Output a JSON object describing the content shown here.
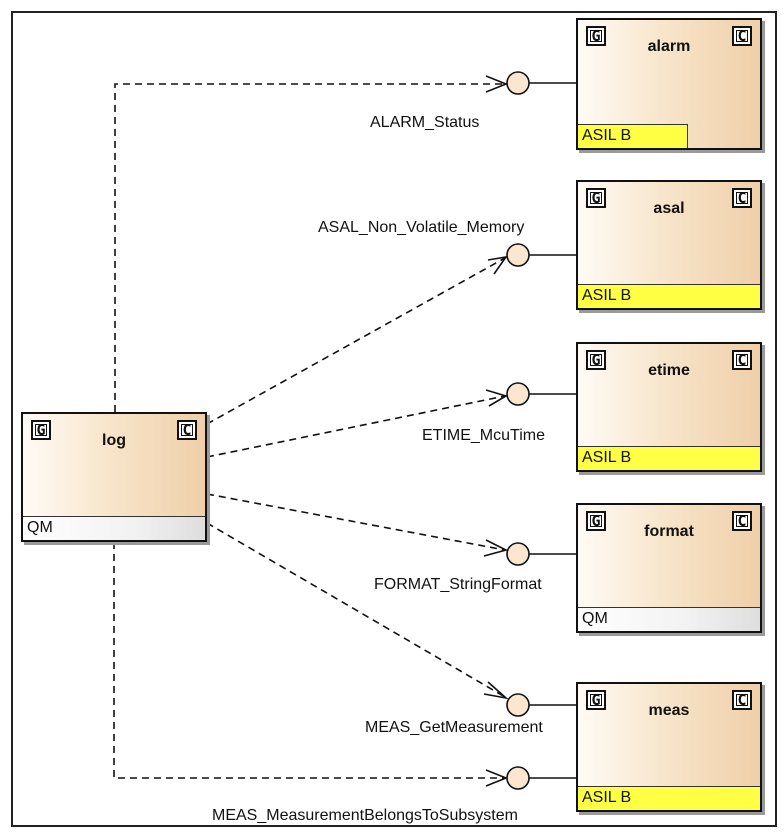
{
  "components": {
    "log": {
      "name": "log",
      "safety": "QM",
      "stereo_left": "G",
      "stereo_right": "C"
    },
    "alarm": {
      "name": "alarm",
      "safety": "ASIL B",
      "stereo_left": "G",
      "stereo_right": "C"
    },
    "asal": {
      "name": "asal",
      "safety": "ASIL B",
      "stereo_left": "G",
      "stereo_right": "C"
    },
    "etime": {
      "name": "etime",
      "safety": "ASIL B",
      "stereo_left": "G",
      "stereo_right": "C"
    },
    "format": {
      "name": "format",
      "safety": "QM",
      "stereo_left": "G",
      "stereo_right": "C"
    },
    "meas": {
      "name": "meas",
      "safety": "ASIL B",
      "stereo_left": "G",
      "stereo_right": "C"
    }
  },
  "interfaces": {
    "alarm_status": "ALARM_Status",
    "asal_nvm": "ASAL_Non_Volatile_Memory",
    "etime_mcutime": "ETIME_McuTime",
    "format_string": "FORMAT_StringFormat",
    "meas_get": "MEAS_GetMeasurement",
    "meas_belongs": "MEAS_MeasurementBelongsToSubsystem"
  },
  "colors": {
    "component_fill": "#f8e6cc",
    "asil_fill": "#ffff44",
    "interface_fill": "#fbe6cf",
    "line": "#111111"
  }
}
